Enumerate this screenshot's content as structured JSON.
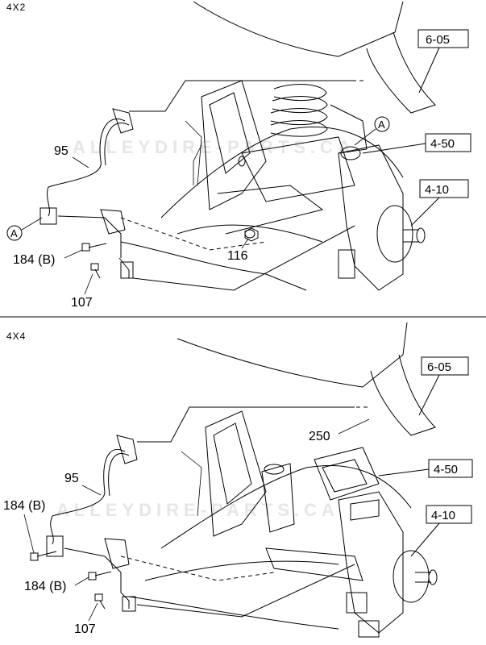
{
  "sections": [
    {
      "title": "4X2",
      "ref_boxes": [
        "6-05",
        "4-50",
        "4-10"
      ],
      "labels": {
        "hose": "95",
        "bolt_b": "184 (B)",
        "bolt": "107",
        "nut": "116",
        "point": "A"
      }
    },
    {
      "title": "4X4",
      "ref_boxes": [
        "6-05",
        "4-50",
        "4-10"
      ],
      "labels": {
        "hose": "95",
        "bolt_b_1": "184 (B)",
        "bolt_b_2": "184 (B)",
        "bolt": "107",
        "callout": "250"
      }
    }
  ],
  "watermark": "ALLEYDIRE-PARTS.CA"
}
